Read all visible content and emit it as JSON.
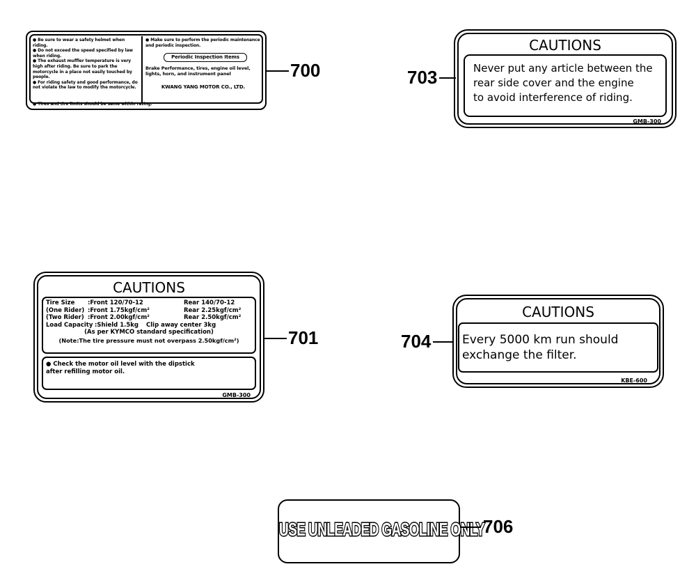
{
  "label_700": {
    "callout": "700",
    "left_text": [
      "● Be sure to wear a safety helmet when riding.",
      "● Do not exceed the speed specified by law when riding.",
      "● The exhaust muffler temperature is very high after riding. Be sure to park the motorcycle in a place not easily touched by people.",
      "● For riding safety and good performance, do not violate the law to modify the motorcycle."
    ],
    "right_top": "● Make sure to perform the periodic maintenance and periodic inspection.",
    "box_label": "Periodic Inspection Items",
    "right_items": "Brake Performance, tires, engine oil level, lights, horn, and instrument panel",
    "company": "KWANG YANG MOTOR CO., LTD.",
    "bottom_line": "● Tires and tire limits should be same within rating."
  },
  "label_703": {
    "callout": "703",
    "title": "CAUTIONS",
    "lines": [
      "Never put any article between the",
      "rear side cover and the engine",
      "to avoid interference of riding."
    ],
    "code": "GMB-300"
  },
  "label_701": {
    "callout": "701",
    "title": "CAUTIONS",
    "tire_rows": [
      {
        "label": "Tire Size",
        "front": ":Front 120/70-12",
        "rear": "Rear 140/70-12"
      },
      {
        "label": "(One Rider)",
        "front": ":Front 1.75kgf/cm²",
        "rear": "Rear 2.25kgf/cm²"
      },
      {
        "label": "(Two Rider)",
        "front": ":Front 2.00kgf/cm²",
        "rear": "Rear 2.50kgf/cm²"
      }
    ],
    "load_label": "Load Capacity",
    "load_value": ":Shield 1.5kg",
    "load_center": "Clip away center 3kg",
    "spec_note": "(As per KYMCO standard specification)",
    "pressure_note": "(Note:The tire pressure must not overpass 2.50kgf/cm²)",
    "oil_note": "● Check the motor oil level with the dipstick after refilling motor oil.",
    "code": "GMB-300"
  },
  "label_704": {
    "callout": "704",
    "title": "CAUTIONS",
    "lines": [
      "Every 5000 km run should",
      "exchange the filter."
    ],
    "code": "KBE-600"
  },
  "label_706": {
    "callout": "706",
    "text": "USE UNLEADED GASOLINE ONLY"
  }
}
